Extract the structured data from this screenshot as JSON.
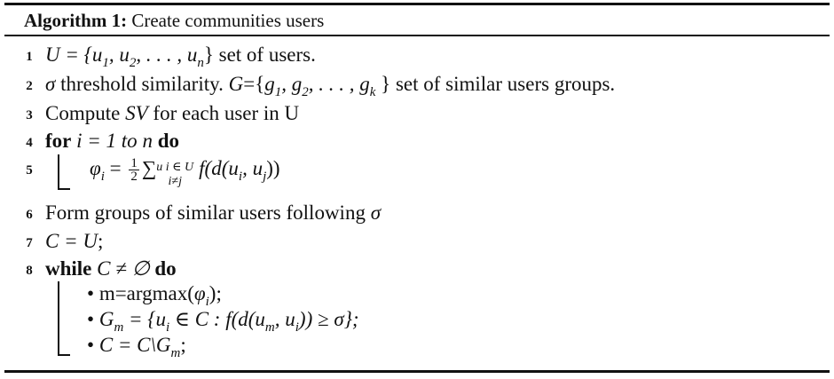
{
  "algorithm": {
    "label": "Algorithm 1:",
    "title": "Create communities users"
  },
  "lines": [
    {
      "num": "1",
      "math": "U = {u",
      "s1": "1",
      "m2": ", u",
      "s2": "2",
      "m3": ", . . . , u",
      "s3": "n",
      "m4": "}",
      "text": " set of users."
    },
    {
      "num": "2",
      "sigma": "σ",
      "t1": " threshold similarity. ",
      "G": "G",
      "t2": "={",
      "g": "g",
      "gs1": "1",
      "gm2": ", g",
      "gs2": "2",
      "gm3": ", . . . , g",
      "gs3": "k",
      "t3": " } set of similar users groups."
    },
    {
      "num": "3",
      "t1": "Compute ",
      "SV": "SV",
      "t2": " for each user in U"
    },
    {
      "num": "4",
      "kw_for": "for",
      "m1": " i = 1 ",
      "to": "to",
      "m2": " n ",
      "kw_do": "do"
    },
    {
      "num": "5",
      "phi": "φ",
      "phi_sub": "i",
      "eq": " = ",
      "frac_num": "1",
      "frac_den": "2",
      "sum": "∑",
      "lim_top": "u i ∈ U",
      "lim_bot": "i≠j",
      "expr": "f(d(u",
      "es1": "i",
      "em": ", u",
      "es2": "j",
      "end": "))"
    },
    {
      "num": "6",
      "text": "Form groups of similar users following ",
      "sigma": "σ"
    },
    {
      "num": "7",
      "math": "C = U",
      "end": ";"
    },
    {
      "num": "8",
      "kw_while": "while",
      "math": " C ≠ ∅ ",
      "kw_do": "do"
    }
  ],
  "bullets": [
    {
      "bullet": "•",
      "t1": " m=argmax(",
      "phi": "φ",
      "phi_sub": "i",
      "t2": ");"
    },
    {
      "bullet": "•",
      "G": " G",
      "Gs": "m",
      "t1": " = {u",
      "s1": "i",
      "t2": " ∈ C : f(d(u",
      "s2": "m",
      "t3": ", u",
      "s3": "i",
      "t4": ")) ≥ σ};"
    },
    {
      "bullet": "•",
      "t1": " C = C\\G",
      "s1": "m",
      "t2": ";"
    }
  ]
}
